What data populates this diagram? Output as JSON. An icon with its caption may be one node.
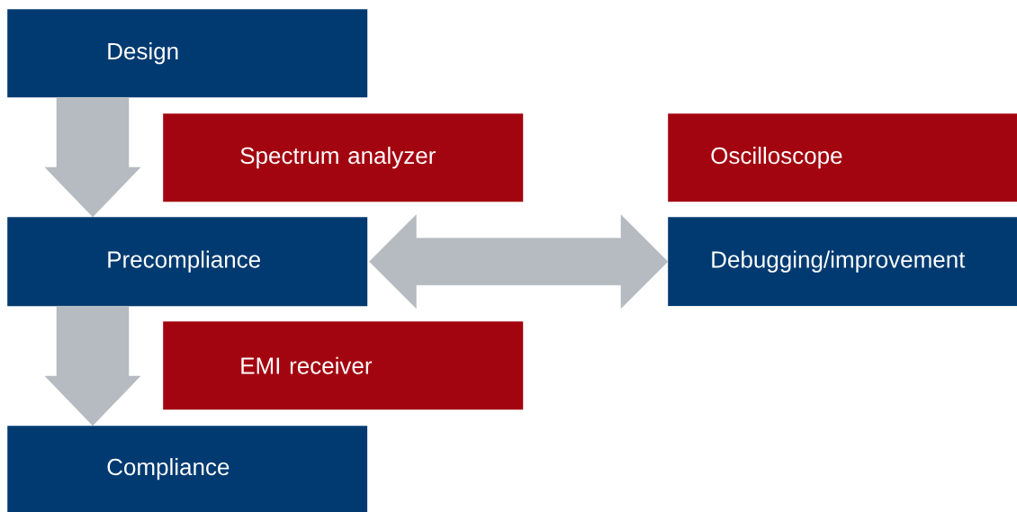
{
  "diagram": {
    "nodes": [
      {
        "text": [
          "Design"
        ]
      },
      {
        "text": [
          "Spectrum analyzer"
        ]
      },
      {
        "text": [
          "Oscilloscope"
        ]
      },
      {
        "text": [
          "Precompliance"
        ]
      },
      {
        "text": [
          "Debugging/improvement"
        ]
      },
      {
        "text": [
          "EMI receiver"
        ]
      },
      {
        "text": [
          "Compliance"
        ]
      }
    ],
    "edges": [
      {
        "from": 0,
        "to": 3,
        "arrow": "to"
      },
      {
        "from": 3,
        "to": 4,
        "arrow": "both"
      },
      {
        "from": 3,
        "to": 6,
        "arrow": "to"
      }
    ]
  }
}
